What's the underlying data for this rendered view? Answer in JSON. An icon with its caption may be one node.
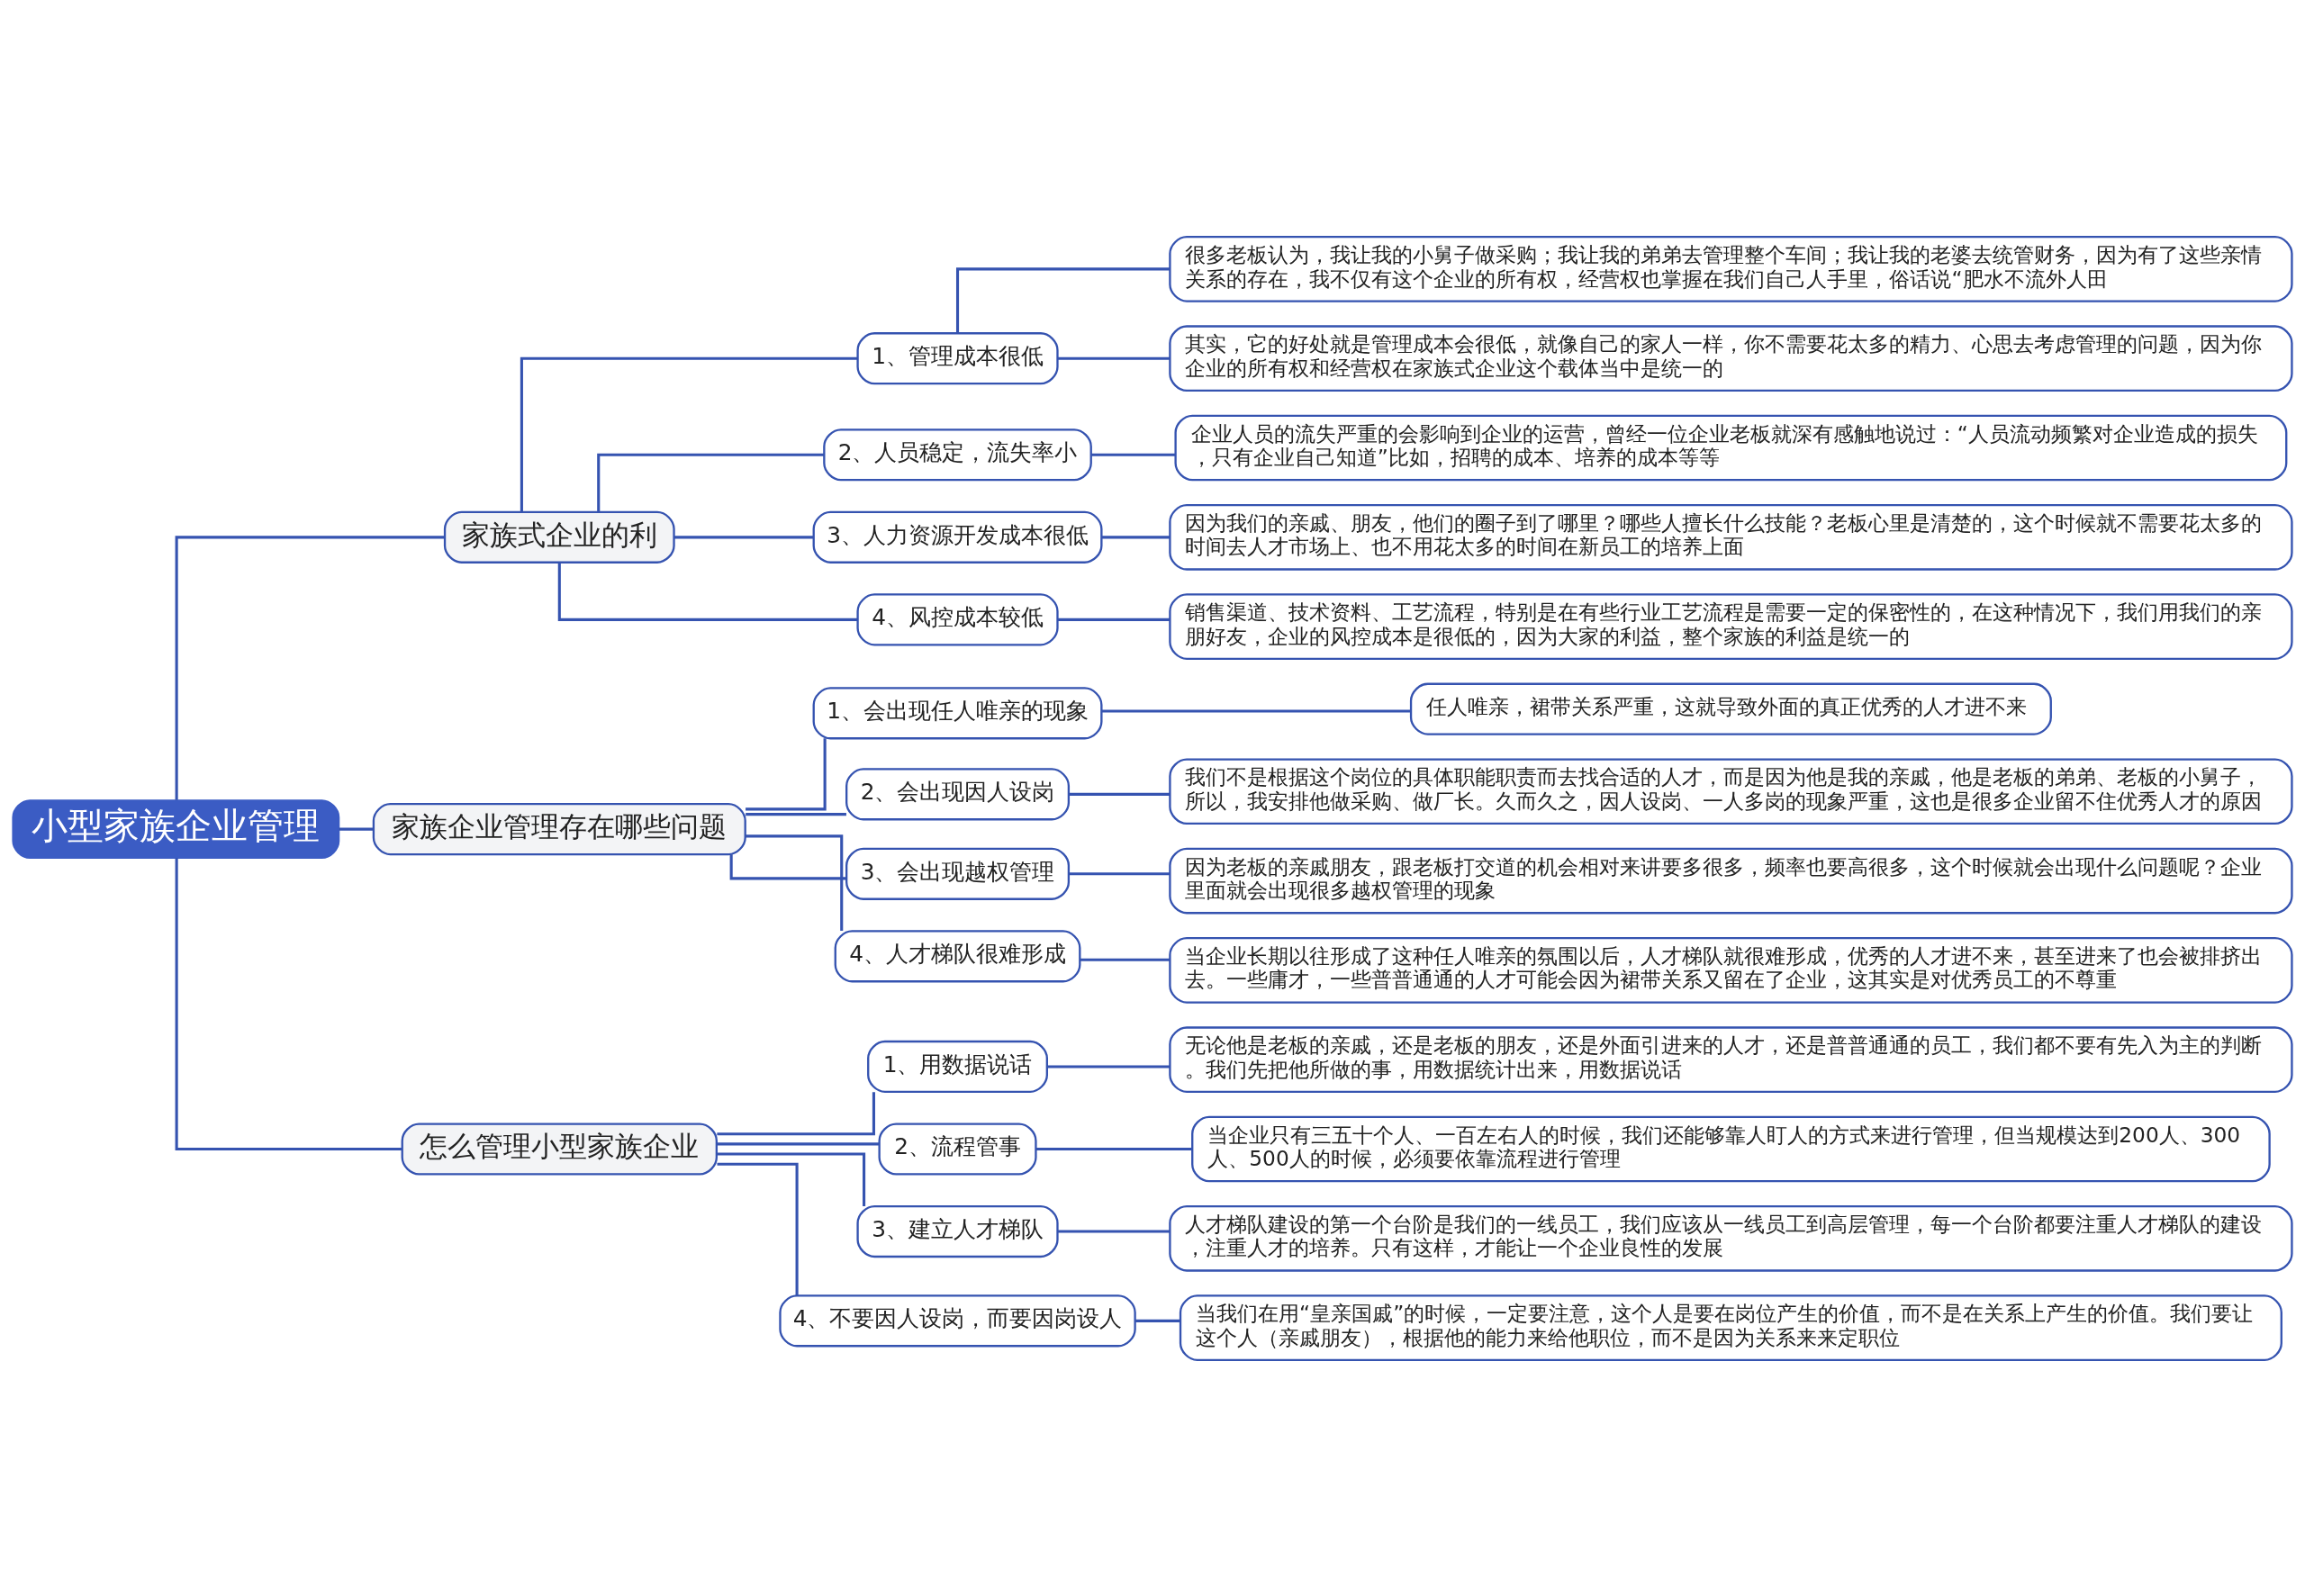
{
  "diagram": {
    "nodes": [
      {
        "text": [
          "小型家族企业管理"
        ]
      },
      {
        "text": [
          "家族式企业的利"
        ]
      },
      {
        "text": [
          "1、管理成本很低"
        ]
      },
      {
        "text": [
          "很多老板认为，我让我的小舅子做采购；我让我的弟弟去管理整个车间；我让我的老婆去统管财务，因为有了这些亲情关系的存在，我不仅有这个企业的所有权，经营权也掌握在我们自己人手里，俗话说“肥水不流外人田"
        ]
      },
      {
        "text": [
          "其实，它的好处就是管理成本会很低，就像自己的家人一样，你不需要花太多的精力、心思去考虑管理的问题，因为你企业的所有权和经营权在家族式企业这个载体当中是统一的"
        ]
      },
      {
        "text": [
          "2、人员稳定，流失率小"
        ]
      },
      {
        "text": [
          "企业人员的流失严重的会影响到企业的运营，曾经一位企业老板就深有感触地说过：“人员流动频繁对企业造成的损失，只有企业自己知道”比如，招聘的成本、培养的成本等等"
        ]
      },
      {
        "text": [
          "3、人力资源开发成本很低"
        ]
      },
      {
        "text": [
          "因为我们的亲戚、朋友，他们的圈子到了哪里？哪些人擅长什么技能？老板心里是清楚的，这个时候就不需要花太多的时间去人才市场上、也不用花太多的时间在新员工的培养上面"
        ]
      },
      {
        "text": [
          "4、风控成本较低"
        ]
      },
      {
        "text": [
          "销售渠道、技术资料、工艺流程，特别是在有些行业工艺流程是需要一定的保密性的，在这种情况下，我们用我们的亲朋好友，企业的风控成本是很低的，因为大家的利益，整个家族的利益是统一的"
        ]
      },
      {
        "text": [
          "家族企业管理存在哪些问题"
        ]
      },
      {
        "text": [
          "1、会出现任人唯亲的现象"
        ]
      },
      {
        "text": [
          "任人唯亲，裙带关系严重，这就导致外面的真正优秀的人才进不来"
        ]
      },
      {
        "text": [
          "2、会出现因人设岗"
        ]
      },
      {
        "text": [
          "我们不是根据这个岗位的具体职能职责而去找合适的人才，而是因为他是我的亲戚，他是老板的弟弟、老板的小舅子，所以，我安排他做采购、做厂长。久而久之，因人设岗、一人多岗的现象严重，这也是很多企业留不住优秀人才的原因"
        ]
      },
      {
        "text": [
          "3、会出现越权管理"
        ]
      },
      {
        "text": [
          "因为老板的亲戚朋友，跟老板打交道的机会相对来讲要多很多，频率也要高很多，这个时候就会出现什么问题呢？企业里面就会出现很多越权管理的现象"
        ]
      },
      {
        "text": [
          "4、人才梯队很难形成"
        ]
      },
      {
        "text": [
          "当企业长期以往形成了这种任人唯亲的氛围以后，人才梯队就很难形成，优秀的人才进不来，甚至进来了也会被排挤出去。一些庸才，一些普普通通的人才可能会因为裙带关系又留在了企业，这其实是对优秀员工的不尊重"
        ]
      },
      {
        "text": [
          "怎么管理小型家族企业"
        ]
      },
      {
        "text": [
          "1、用数据说话"
        ]
      },
      {
        "text": [
          "无论他是老板的亲戚，还是老板的朋友，还是外面引进来的人才，还是普普通通的员工，我们都不要有先入为主的判断。我们先把他所做的事，用数据统计出来，用数据说话"
        ]
      },
      {
        "text": [
          "2、流程管事"
        ]
      },
      {
        "text": [
          "当企业只有三五十个人、一百左右人的时候，我们还能够靠人盯人的方式来进行管理，但当规模达到200人、300人、500人的时候，必须要依靠流程进行管理"
        ]
      },
      {
        "text": [
          "3、建立人才梯队"
        ]
      },
      {
        "text": [
          "人才梯队建设的第一个台阶是我们的一线员工，我们应该从一线员工到高层管理，每一个台阶都要注重人才梯队的建设，注重人才的培养。只有这样，才能让一个企业良性的发展"
        ]
      },
      {
        "text": [
          "4、不要因人设岗，而要因岗设人"
        ]
      },
      {
        "text": [
          "当我们在用“皇亲国戚”的时候，一定要注意，这个人是要在岗位产生的价值，而不是在关系上产生的价值。我们要让这个人（亲戚朋友），根据他的能力来给他职位，而不是因为关系来来定职位"
        ]
      }
    ],
    "edges": [
      {
        "from": 0,
        "to": 1,
        "arrow": "none"
      },
      {
        "from": 1,
        "to": 2,
        "arrow": "none"
      },
      {
        "from": 2,
        "to": 3,
        "arrow": "none"
      },
      {
        "from": 2,
        "to": 4,
        "arrow": "none"
      },
      {
        "from": 1,
        "to": 5,
        "arrow": "none"
      },
      {
        "from": 5,
        "to": 6,
        "arrow": "none"
      },
      {
        "from": 1,
        "to": 7,
        "arrow": "none"
      },
      {
        "from": 7,
        "to": 8,
        "arrow": "none"
      },
      {
        "from": 1,
        "to": 9,
        "arrow": "none"
      },
      {
        "from": 9,
        "to": 10,
        "arrow": "none"
      },
      {
        "from": 0,
        "to": 11,
        "arrow": "none"
      },
      {
        "from": 11,
        "to": 12,
        "arrow": "none"
      },
      {
        "from": 12,
        "to": 13,
        "arrow": "none"
      },
      {
        "from": 11,
        "to": 14,
        "arrow": "none"
      },
      {
        "from": 14,
        "to": 15,
        "arrow": "none"
      },
      {
        "from": 11,
        "to": 16,
        "arrow": "none"
      },
      {
        "from": 16,
        "to": 17,
        "arrow": "none"
      },
      {
        "from": 11,
        "to": 18,
        "arrow": "none"
      },
      {
        "from": 18,
        "to": 19,
        "arrow": "none"
      },
      {
        "from": 0,
        "to": 20,
        "arrow": "none"
      },
      {
        "from": 20,
        "to": 21,
        "arrow": "none"
      },
      {
        "from": 21,
        "to": 22,
        "arrow": "none"
      },
      {
        "from": 20,
        "to": 23,
        "arrow": "none"
      },
      {
        "from": 23,
        "to": 24,
        "arrow": "none"
      },
      {
        "from": 20,
        "to": 25,
        "arrow": "none"
      },
      {
        "from": 25,
        "to": 26,
        "arrow": "none"
      },
      {
        "from": 20,
        "to": 27,
        "arrow": "none"
      },
      {
        "from": 27,
        "to": 28,
        "arrow": "none"
      }
    ]
  }
}
